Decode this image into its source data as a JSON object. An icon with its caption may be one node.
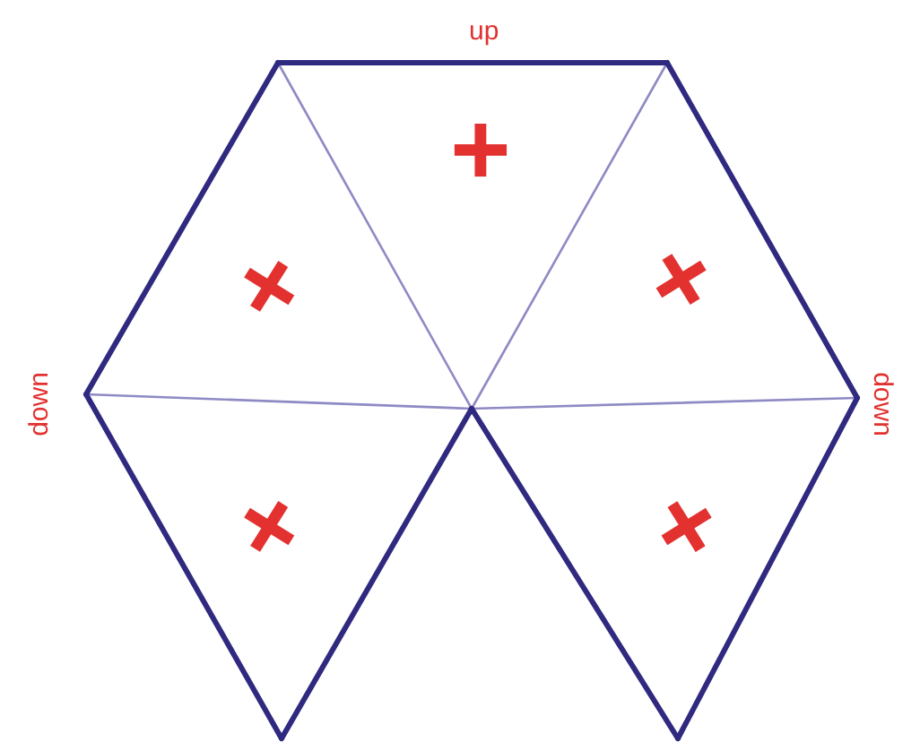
{
  "diagram": {
    "labels": [
      "up",
      "+",
      "+",
      "+",
      "down",
      "down",
      "+",
      "+"
    ]
  }
}
